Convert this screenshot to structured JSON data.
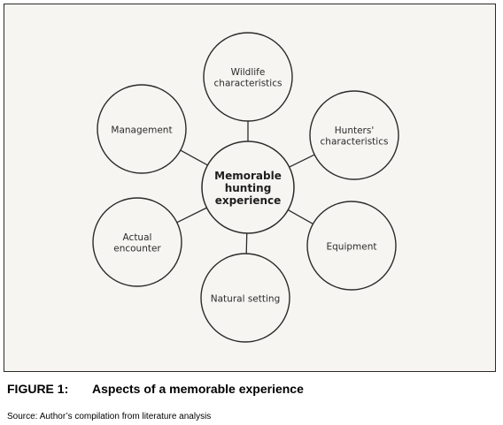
{
  "diagram": {
    "center": {
      "lines": [
        "Memorable",
        "hunting",
        "experience"
      ]
    },
    "nodes": [
      {
        "id": "wildlife-characteristics",
        "lines": [
          "Wildlife",
          "characteristics"
        ]
      },
      {
        "id": "hunters-characteristics",
        "lines": [
          "Hunters'",
          "characteristics"
        ]
      },
      {
        "id": "equipment",
        "lines": [
          "Equipment"
        ]
      },
      {
        "id": "natural-setting",
        "lines": [
          "Natural setting"
        ]
      },
      {
        "id": "actual-encounter",
        "lines": [
          "Actual",
          "encounter"
        ]
      },
      {
        "id": "management",
        "lines": [
          "Management"
        ]
      }
    ],
    "colors": {
      "stroke": "#2b2b2b",
      "fill": "#f7f5f1",
      "background": "#f7f5f1"
    }
  },
  "caption": {
    "label": "FIGURE 1:",
    "title": "Aspects of a memorable experience"
  },
  "source": {
    "text": "Source: Author’s compilation from literature analysis"
  }
}
